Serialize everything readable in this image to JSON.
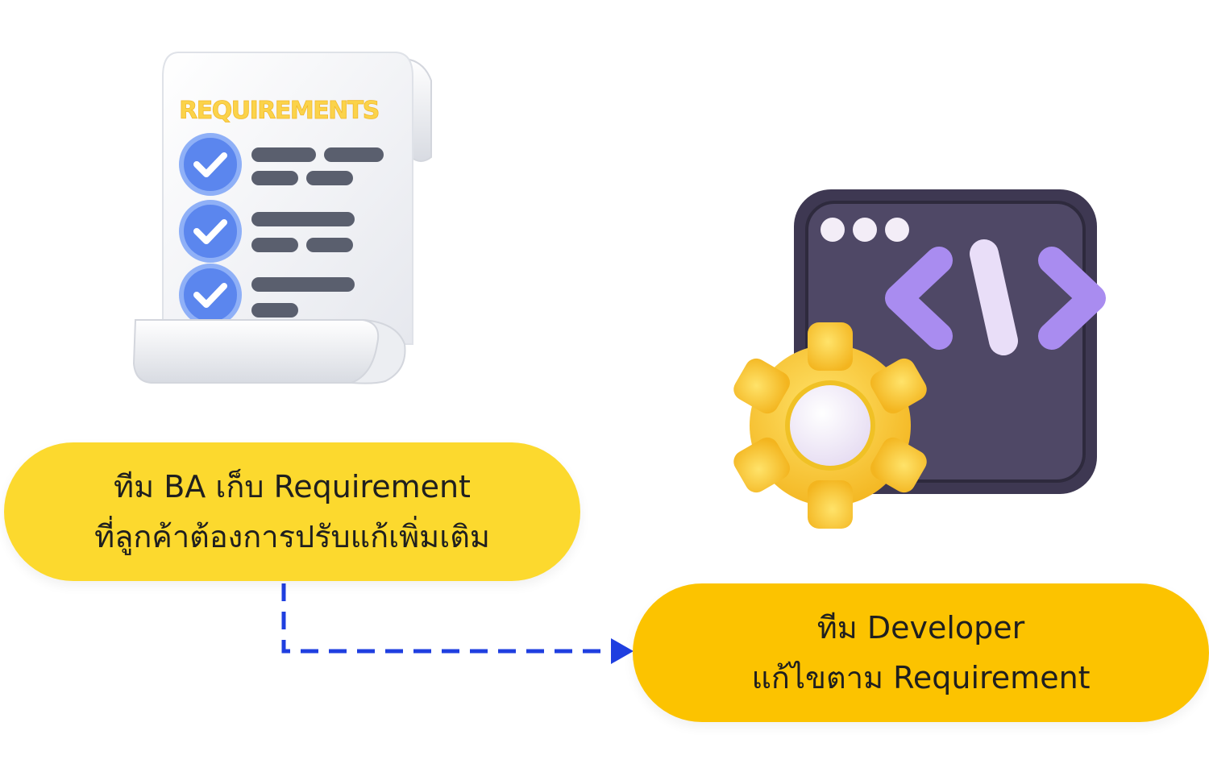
{
  "requirements_doc": {
    "heading": "REQUIREMENTS",
    "checklist_items": 3,
    "icon": "requirements-scroll-icon"
  },
  "developer_icon": {
    "icon": "code-window-gear-icon",
    "code_symbol": "</>"
  },
  "ba_step": {
    "line1": "ทีม BA เก็บ Requirement",
    "line2": "ที่ลูกค้าต้องการปรับแก้เพิ่มเติม"
  },
  "developer_step": {
    "line1": "ทีม Developer",
    "line2": "แก้ไขตาม Requirement"
  },
  "colors": {
    "ba_pill": "#fcd92e",
    "developer_pill": "#fcc300",
    "arrow": "#1f3fe0",
    "check_circle": "#5b86ee",
    "code_window": "#4a4460",
    "code_symbol": "#a98cf0",
    "gear": "#fcce2e"
  }
}
